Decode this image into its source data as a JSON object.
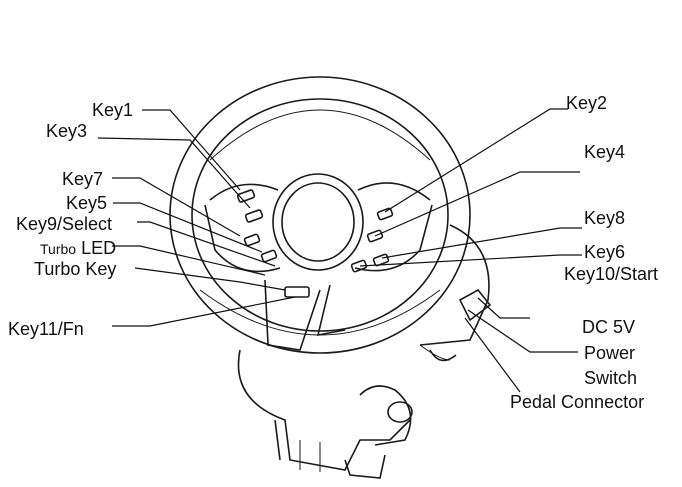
{
  "labels": {
    "key1": "Key1",
    "key2": "Key2",
    "key3": "Key3",
    "key4": "Key4",
    "key7": "Key7",
    "key5": "Key5",
    "key9": "Key9/Select",
    "turbo_led_prefix": "Turbo",
    "turbo_led": "LED",
    "turbo_key": "Turbo Key",
    "key8": "Key8",
    "key6": "Key6",
    "key10": "Key10/Start",
    "key11": "Key11/Fn",
    "dc5v": "DC 5V",
    "power": "Power",
    "switch": "Switch",
    "pedal": "Pedal Connector"
  }
}
